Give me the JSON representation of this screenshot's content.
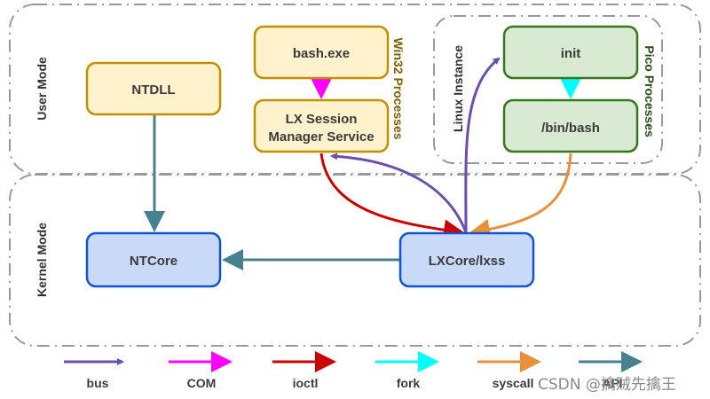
{
  "regions": {
    "user_mode": "User Mode",
    "kernel_mode": "Kernel Mode",
    "linux_instance": "Linux Instance",
    "win32_processes": "Win32 Processes",
    "pico_processes": "Pico Processes"
  },
  "nodes": {
    "ntdll": "NTDLL",
    "bash_exe": "bash.exe",
    "lx_session_line1": "LX Session",
    "lx_session_line2": "Manager Service",
    "init": "init",
    "bin_bash": "/bin/bash",
    "ntcore": "NTCore",
    "lxcore": "LXCore/lxss"
  },
  "colors": {
    "bus": "#6a4fb0",
    "COM": "#ff00ff",
    "ioctl": "#cc0000",
    "fork": "#00ffff",
    "syscall": "#e8913a",
    "API": "#45818e",
    "user_fill": "#fff2cc",
    "user_stroke": "#bf9000",
    "pico_fill": "#d9ead3",
    "pico_stroke": "#38761d",
    "kernel_fill": "#c9daf8",
    "kernel_stroke": "#1155cc",
    "win32_label": "#7f6000",
    "pico_label": "#274e13"
  },
  "edges": [
    {
      "from": "bash.exe",
      "to": "LX Session Manager Service",
      "type": "COM"
    },
    {
      "from": "init",
      "to": "/bin/bash",
      "type": "fork"
    },
    {
      "from": "NTDLL",
      "to": "NTCore",
      "type": "API"
    },
    {
      "from": "LXCore/lxss",
      "to": "NTCore",
      "type": "API"
    },
    {
      "from": "LX Session Manager Service",
      "to": "LXCore/lxss",
      "type": "ioctl"
    },
    {
      "from": "LXCore/lxss",
      "to": "LX Session Manager Service",
      "type": "bus"
    },
    {
      "from": "LXCore/lxss",
      "to": "init",
      "type": "bus"
    },
    {
      "from": "/bin/bash",
      "to": "LXCore/lxss",
      "type": "syscall"
    }
  ],
  "legend": [
    {
      "label": "bus"
    },
    {
      "label": "COM"
    },
    {
      "label": "ioctl"
    },
    {
      "label": "fork"
    },
    {
      "label": "syscall"
    },
    {
      "label": "API"
    }
  ],
  "watermark": "CSDN @擒贼先擒王"
}
